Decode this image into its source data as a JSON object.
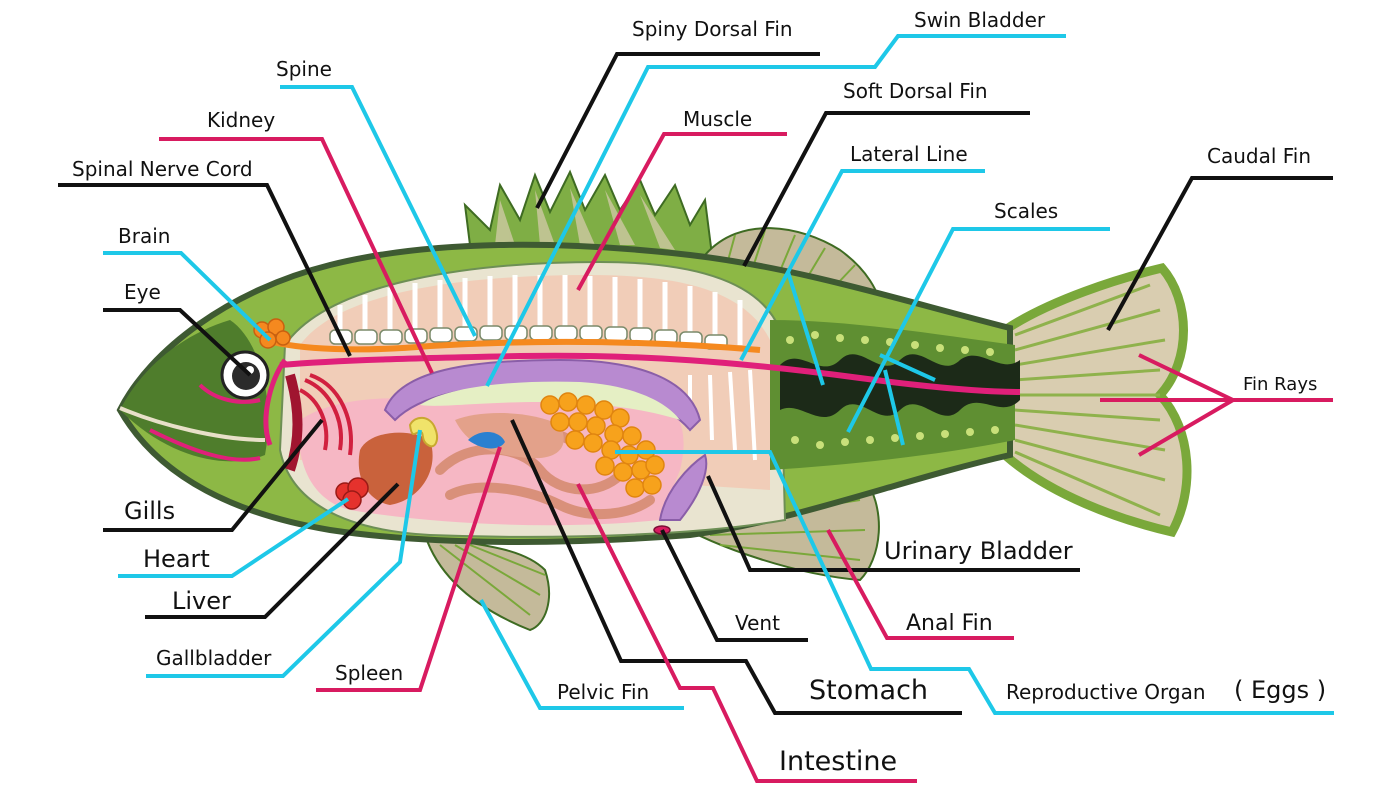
{
  "colors": {
    "black": "#111111",
    "cyan": "#1ec8e8",
    "magenta": "#d81b60",
    "body_green": "#8db845",
    "dark_green": "#3e6b22",
    "spine_orange": "#f5891f",
    "flesh_pink": "#f6b7c4",
    "eggs_orange": "#f7a21c"
  },
  "labels": {
    "spiny_dorsal_fin": "Spiny Dorsal Fin",
    "swim_bladder": "Swin Bladder",
    "spine": "Spine",
    "muscle": "Muscle",
    "soft_dorsal_fin": "Soft Dorsal Fin",
    "kidney": "Kidney",
    "lateral_line": "Lateral Line",
    "spinal_nerve_cord": "Spinal Nerve Cord",
    "caudal_fin": "Caudal Fin",
    "scales": "Scales",
    "brain": "Brain",
    "eye": "Eye",
    "fin_rays": "Fin Rays",
    "gills": "Gills",
    "heart": "Heart",
    "liver": "Liver",
    "gallbladder": "Gallbladder",
    "spleen": "Spleen",
    "pelvic_fin": "Pelvic Fin",
    "stomach": "Stomach",
    "intestine": "Intestine",
    "vent": "Vent",
    "urinary_bladder": "Urinary Bladder",
    "anal_fin": "Anal Fin",
    "reproductive_organ": "Reproductive Organ",
    "eggs": "( Eggs )"
  }
}
